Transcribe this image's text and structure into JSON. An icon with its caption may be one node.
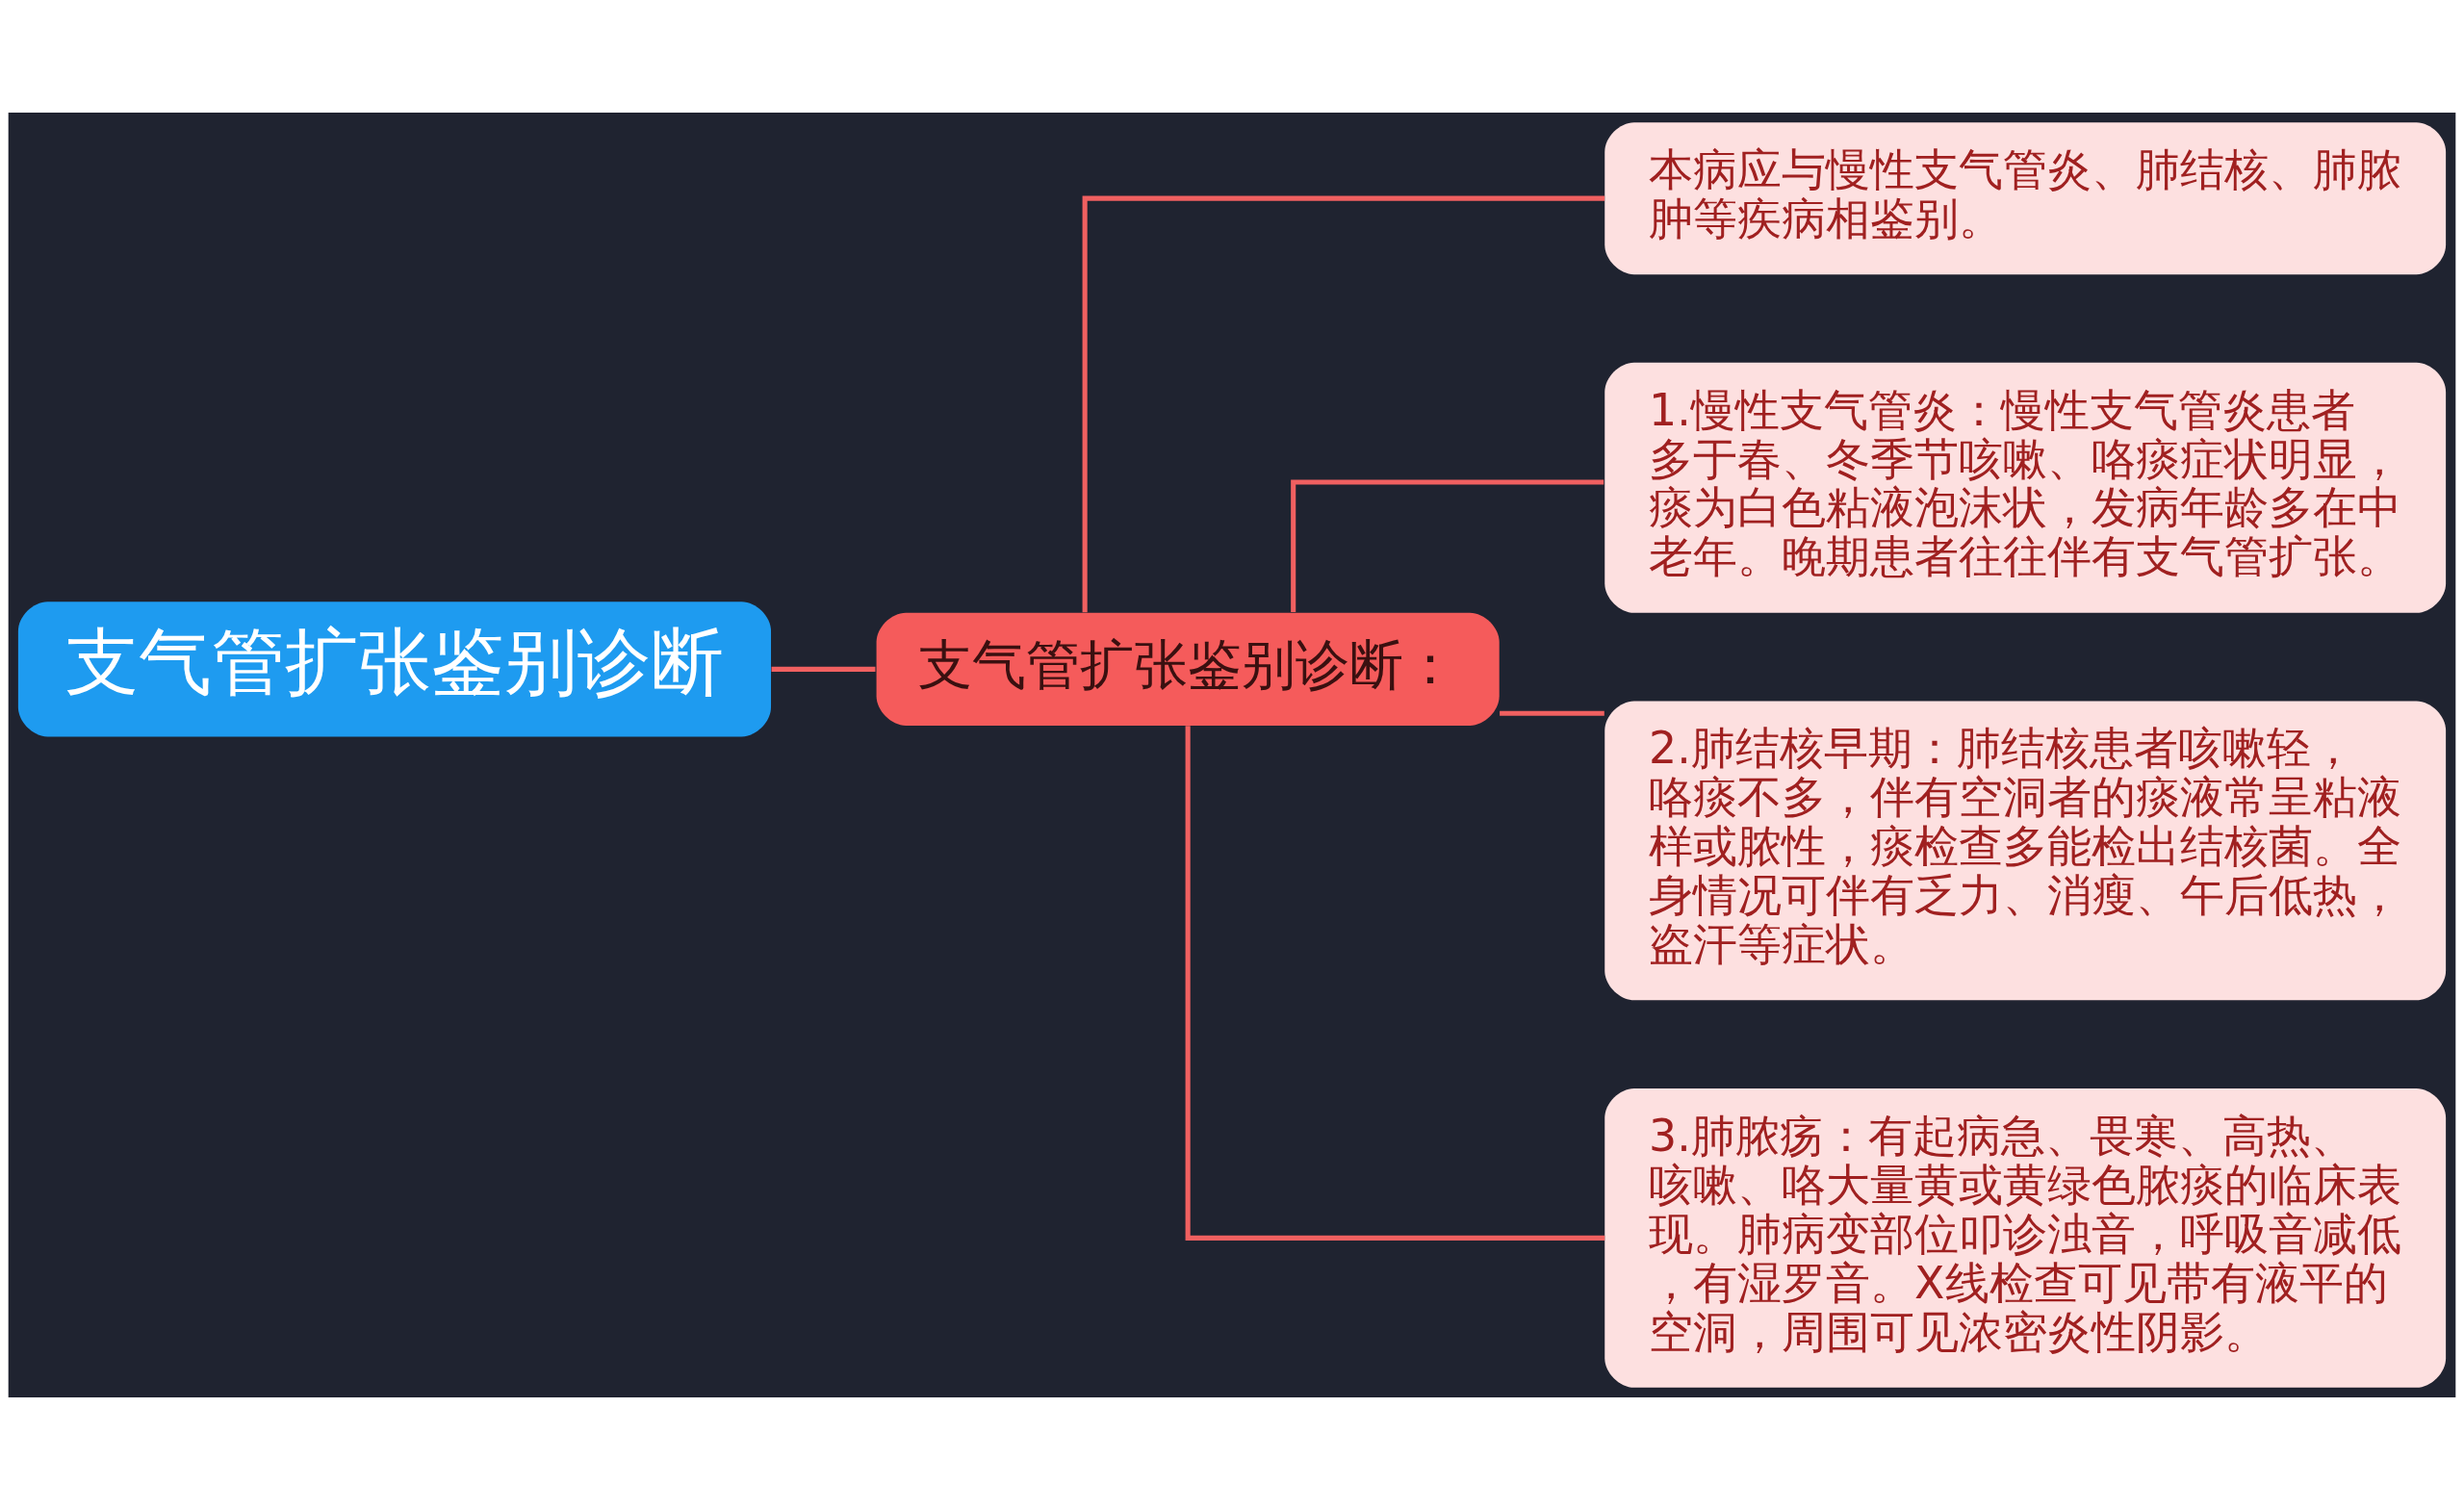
{
  "diagram": {
    "nodes": [
      {
        "text": [
          "支气管扩张鉴别诊断"
        ]
      },
      {
        "text": [
          "支气管扩张鉴别诊断："
        ]
      },
      {
        "text": [
          "本病应与慢性支气管炎、肺结核、肺脓肿等疾病相鉴别。"
        ]
      },
      {
        "text": [
          "1.慢性支气管炎：慢性支气管炎患者多于春、冬季节咳嗽、咯痰症状明显，痰为白色粘液泡沫状，发病年龄多在中老年。晚期患者往往伴有支气管扩张。"
        ]
      },
      {
        "text": [
          "2.肺结核早期：肺结核患者咳嗽轻，咯痰不多，伴有空洞者的痰液常呈粘液样或脓性，痰检查多能检出结核菌。全身情况可伴有乏力、消瘦、午后低热，盗汗等症状。"
        ]
      },
      {
        "text": [
          "3.肺脓疡：有起病急、畏寒、高热、咳嗽、咯大量黄或黄绿色脓痰的临床表现。肺病变部位叩诊浊音，呼吸音减低，有湿罗音。X线检查可见带有液平的空洞，周围可见浓密炎性阴影。"
        ]
      }
    ],
    "edges": [
      {
        "from": 0,
        "to": 1,
        "arrow": "none"
      },
      {
        "from": 1,
        "to": 2,
        "arrow": "none"
      },
      {
        "from": 1,
        "to": 3,
        "arrow": "none"
      },
      {
        "from": 1,
        "to": 4,
        "arrow": "none"
      },
      {
        "from": 1,
        "to": 5,
        "arrow": "none"
      }
    ]
  }
}
